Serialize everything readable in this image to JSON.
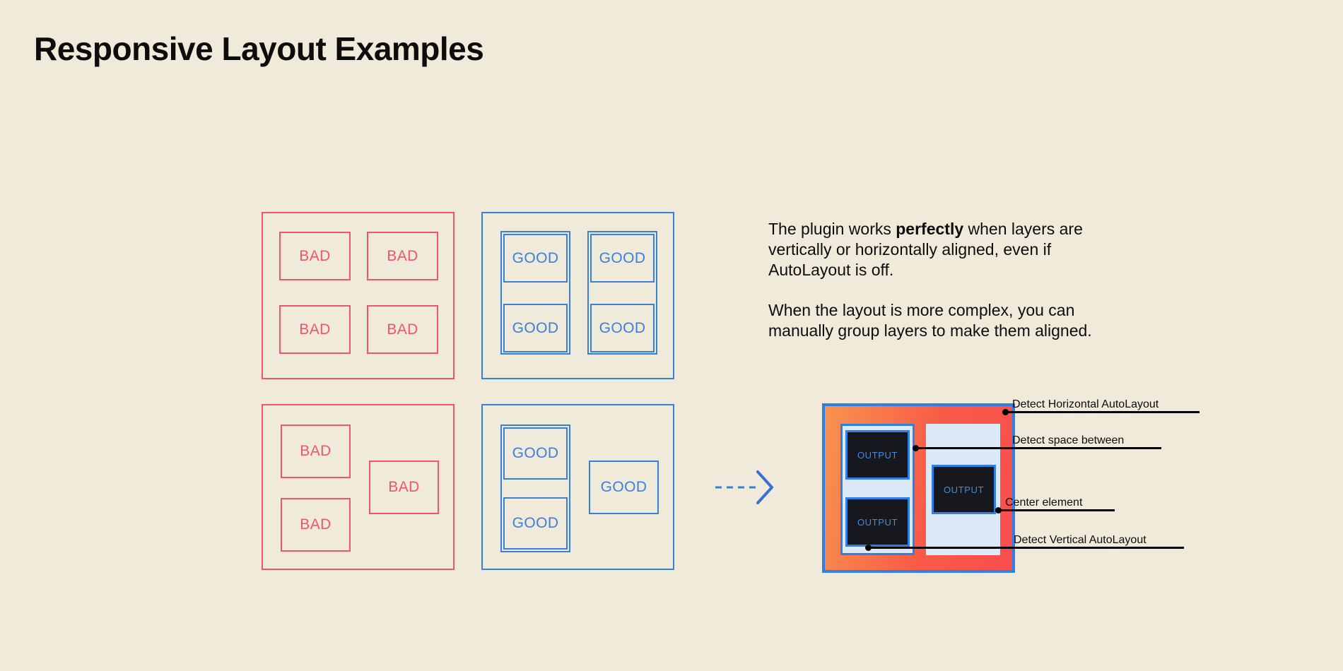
{
  "page": {
    "title": "Responsive Layout Examples",
    "background_color": "#F0EADA"
  },
  "colors": {
    "bad_red": "#F2546A",
    "good_blue": "#3B7FDE",
    "accent_blue": "#2F7FE4",
    "output_dark": "#16181D",
    "output_text": "#3E8BEE",
    "light_panel": "#DCE9F7",
    "gradient_start": "#F7934F",
    "gradient_end": "#F94E4E",
    "text": "#0D0D0D"
  },
  "examples": {
    "bad_grid": {
      "variant": "bad",
      "items": [
        {
          "label": "BAD"
        },
        {
          "label": "BAD"
        },
        {
          "label": "BAD"
        },
        {
          "label": "BAD"
        }
      ]
    },
    "good_grid": {
      "variant": "good",
      "items": [
        {
          "label": "GOOD"
        },
        {
          "label": "GOOD"
        },
        {
          "label": "GOOD"
        },
        {
          "label": "GOOD"
        }
      ]
    },
    "bad_complex": {
      "variant": "bad",
      "items": [
        {
          "label": "BAD"
        },
        {
          "label": "BAD"
        },
        {
          "label": "BAD"
        }
      ]
    },
    "good_complex": {
      "variant": "good",
      "items": [
        {
          "label": "GOOD"
        },
        {
          "label": "GOOD"
        },
        {
          "label": "GOOD"
        }
      ]
    }
  },
  "description": {
    "paragraph_1": {
      "before_bold": "The plugin works ",
      "bold": "perfectly",
      "after_bold": " when layers are vertically or horizontally aligned, even if AutoLayout is off."
    },
    "paragraph_2": "When the layout is more complex, you can manually group layers to make them aligned."
  },
  "flow_arrow": {
    "icon": "dashed-arrow-right-icon"
  },
  "output_diagram": {
    "chips": [
      {
        "label": "OUTPUT"
      },
      {
        "label": "OUTPUT"
      },
      {
        "label": "OUTPUT"
      }
    ],
    "annotations": [
      {
        "label": "Detect Horizontal AutoLayout"
      },
      {
        "label": "Detect space between"
      },
      {
        "label": "Center element"
      },
      {
        "label": "Detect Vertical AutoLayout"
      }
    ]
  }
}
